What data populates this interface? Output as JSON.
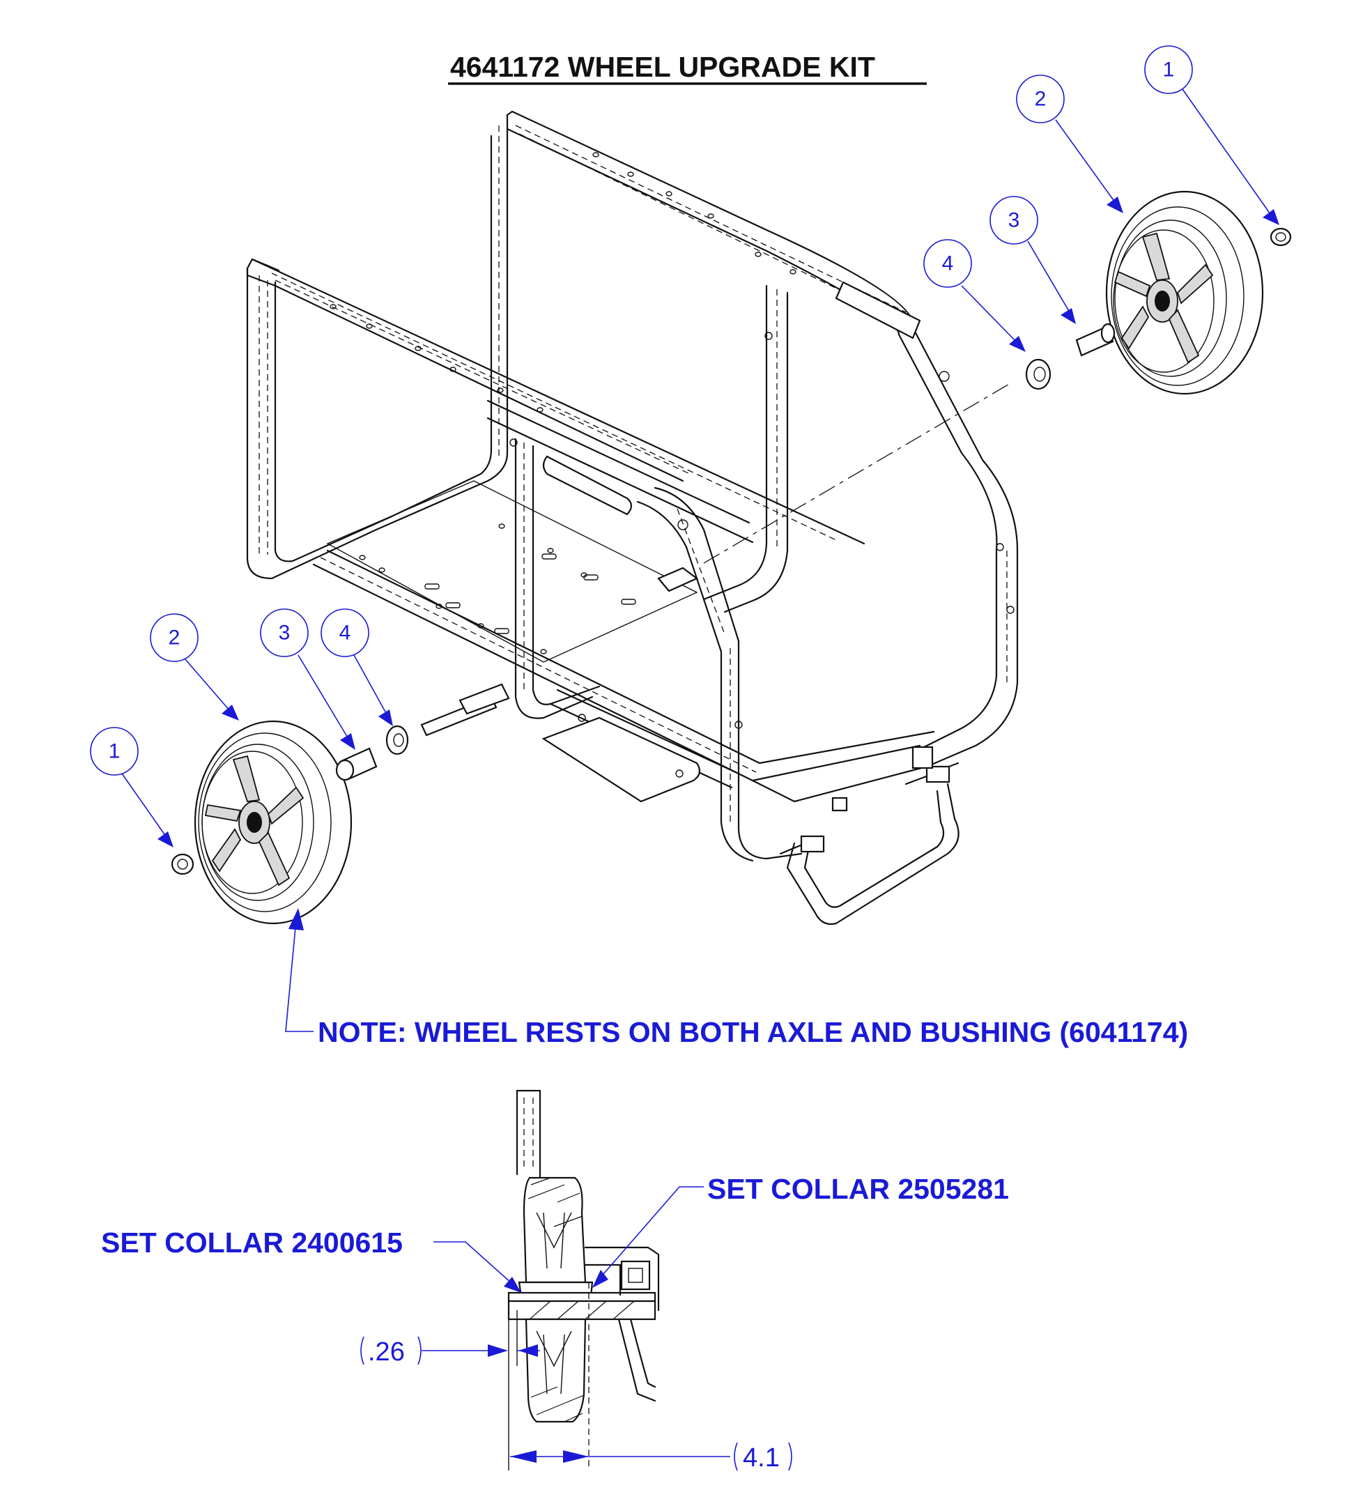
{
  "title": "4641172 WHEEL UPGRADE KIT",
  "balloons": {
    "right_1": "1",
    "right_2": "2",
    "right_3": "3",
    "right_4": "4",
    "left_1": "1",
    "left_2": "2",
    "left_3": "3",
    "left_4": "4"
  },
  "note": "NOTE: WHEEL RESTS ON BOTH AXLE AND BUSHING (6041174)",
  "detail": {
    "set_collar_right": "SET COLLAR 2505281",
    "set_collar_left": "SET COLLAR 2400615",
    "dim_small": ".26",
    "dim_large": "4.1"
  },
  "colors": {
    "callout": "#1a1ad6",
    "linework": "#111111",
    "background": "#ffffff"
  }
}
